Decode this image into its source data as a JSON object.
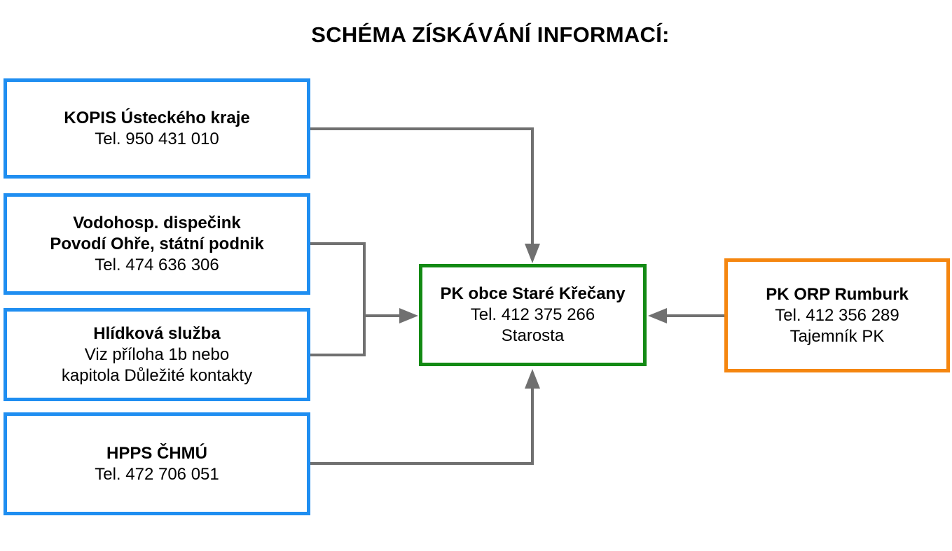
{
  "title": "SCHÉMA ZÍSKÁVÁNÍ INFORMACÍ:",
  "colors": {
    "source_border": "#1f8ef1",
    "center_border": "#138a14",
    "orp_border": "#f5860f",
    "arrow": "#707070"
  },
  "nodes": {
    "kopis": {
      "name": "KOPIS Ústeckého kraje",
      "phone": "Tel. 950 431 010"
    },
    "vodo": {
      "name_line1": "Vodohosp. dispečink",
      "name_line2": "Povodí Ohře, státní podnik",
      "phone": "Tel. 474 636 306"
    },
    "hlidka": {
      "name": "Hlídková služba",
      "line2": "Viz příloha 1b nebo",
      "line3": "kapitola Důležité kontakty"
    },
    "hpps": {
      "name": "HPPS ČHMÚ",
      "phone": "Tel. 472 706 051"
    },
    "pk": {
      "name": "PK obce Staré Křečany",
      "phone": "Tel. 412 375 266",
      "role": "Starosta"
    },
    "orp": {
      "name": "PK ORP Rumburk",
      "phone": "Tel. 412 356 289",
      "role": "Tajemník PK"
    }
  }
}
